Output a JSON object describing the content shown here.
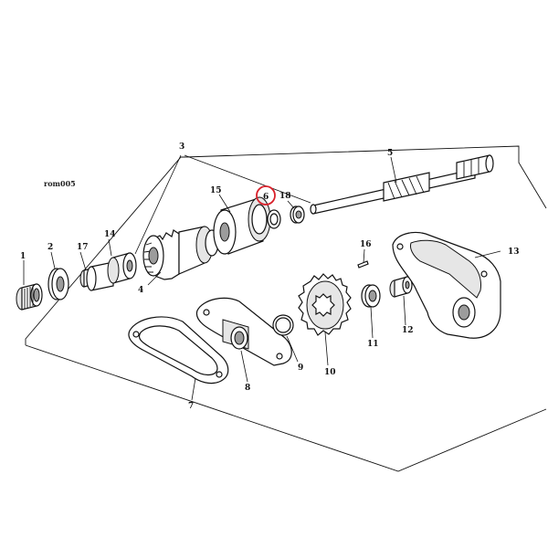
{
  "diagram": {
    "code": "rom005",
    "highlight_color": "#d9202a",
    "highlighted_part": "6",
    "callouts": [
      "1",
      "2",
      "3",
      "4",
      "5",
      "6",
      "7",
      "8",
      "9",
      "10",
      "11",
      "12",
      "13",
      "14",
      "15",
      "16",
      "17",
      "18"
    ]
  }
}
